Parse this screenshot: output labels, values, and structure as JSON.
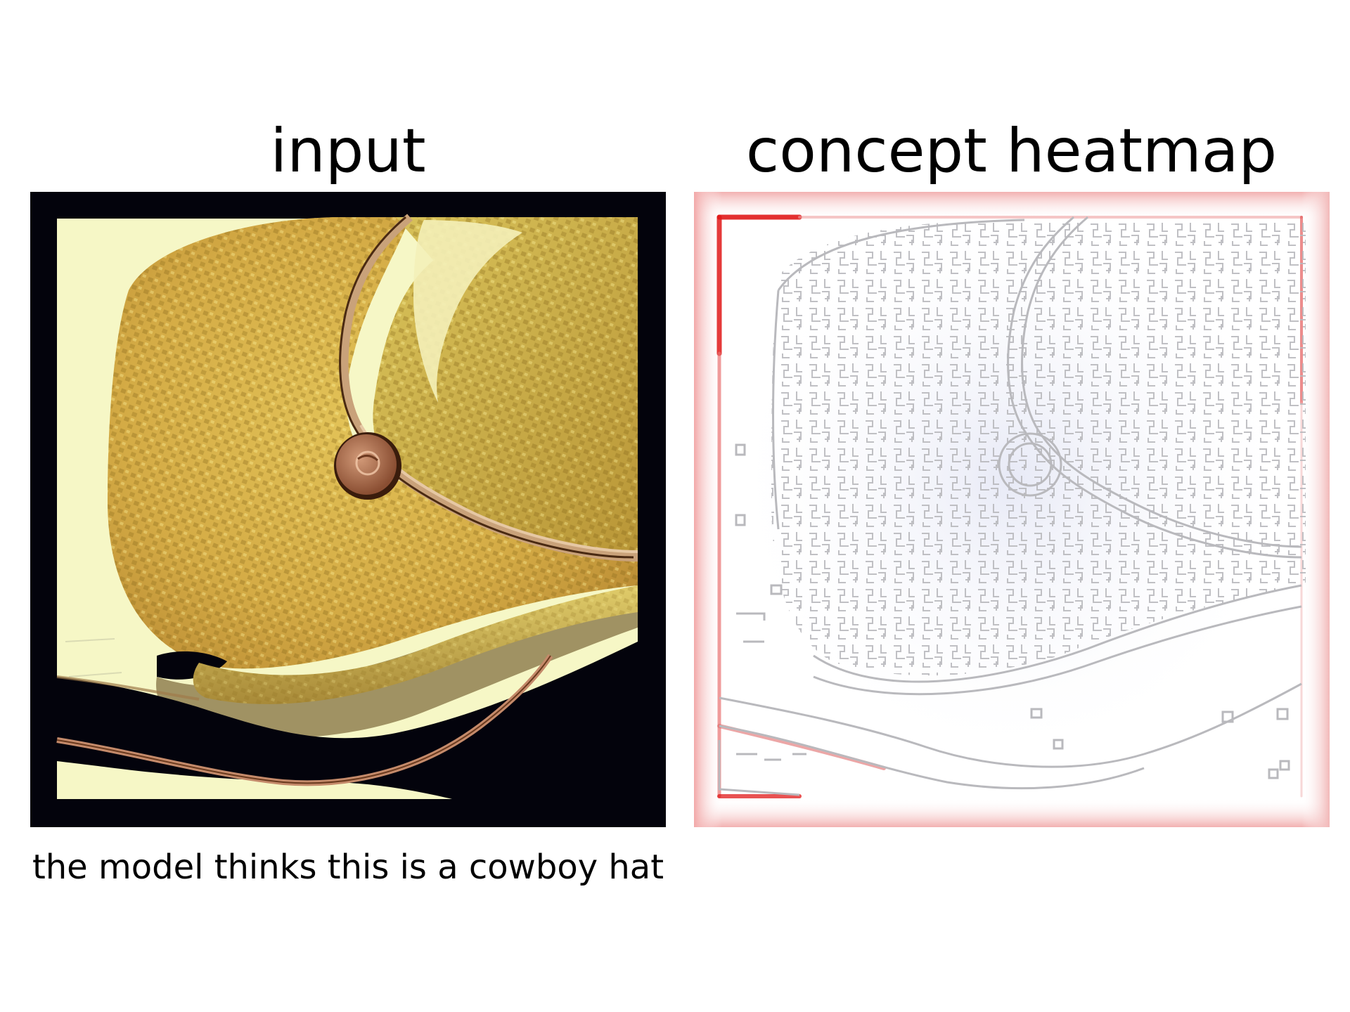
{
  "panels": {
    "left_title": "input",
    "right_title": "concept heatmap"
  },
  "caption": "the model thinks this is a cowboy hat",
  "colors": {
    "frame": "#03030c",
    "background_paper": "#f6f7c6",
    "hat_straw": "#d8b548",
    "hat_shadow": "#a9792e",
    "band": "#b88a5a",
    "heatmap_edge_red": "#e01818",
    "heatmap_line": "#b9b9bd",
    "heatmap_center_blue": "#dde0f2"
  },
  "icons": {
    "input_image": "straw-cowboy-hat-photo",
    "heatmap_image": "edge-overlay-heatmap"
  }
}
